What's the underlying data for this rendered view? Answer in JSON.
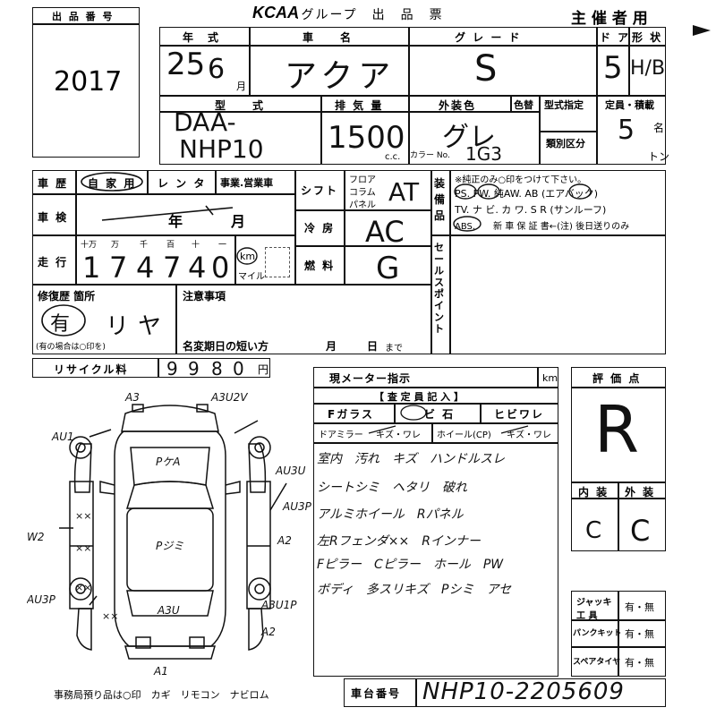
{
  "lot_number_label": "出 品 番 号",
  "lot_number": "2017",
  "logo_text": "KCAA",
  "header_title": ".グループ　出　品　票",
  "organizer_label": "主 催 者 用",
  "labels": {
    "year": "年　式",
    "car_name": "車　　名",
    "grade": "グ レ ー ド",
    "doors": "ド ア",
    "body_shape": "形 状",
    "model": "型　　式",
    "displacement": "排 気 量",
    "exterior_color": "外装色",
    "color_change": "色替",
    "model_designation": "型式指定",
    "category": "類別区分",
    "capacity": "定員・積載",
    "cc": "c.c.",
    "color_no": "カラー No.",
    "person": "名",
    "ton": "トン",
    "history": "車 歴",
    "history_private": "自 家 用",
    "history_rental": "レ ン タ",
    "history_business": "事業.営業車",
    "inspection": "車 検",
    "insp_year": "年",
    "insp_month": "月",
    "mileage": "走 行",
    "digit_units": [
      "十万",
      "万",
      "千",
      "百",
      "十",
      "一"
    ],
    "km": "km",
    "mile": "マイル",
    "shift": "シフト",
    "shift_opts": [
      "フロア",
      "コラム",
      "パネル"
    ],
    "aircon": "冷 房",
    "fuel": "燃 料",
    "equipment": "装 備 品",
    "equip_note": "※純正のみ○印をつけて下さい。",
    "equip_line1": "PS. PW. 純AW. AB (エアバック)",
    "equip_line2": "TV. ナ ビ. カ ワ. S R (サンルーフ)",
    "equip_line3": "ABS.　　新 車 保 証 書←(注) 後日送りのみ",
    "sales_point": "セ ー ル ス ポ イ ン ト",
    "repair": "修復歴 箇所",
    "repair_note": "(有の場合は○印を)",
    "notes": "注意事項",
    "name_change_label": "名変期日の短い方",
    "nc_month": "月",
    "nc_day": "日",
    "nc_until": "まで",
    "recycle": "リサイクル料",
    "yen": "円",
    "meter": "現メーター指示",
    "meter_km": "km",
    "inspector": "【 査 定 員 記 入 】",
    "f_glass": "Fガラス",
    "stone_chip": "ビ 石",
    "crack": "ヒビワレ",
    "door_mirror": "ドアミラー",
    "scratch_crack": "キズ・ワレ",
    "wheel": "ホイール(CP)",
    "scratch_crack2": "キズ・ワレ",
    "rating": "評 価 点",
    "interior": "内 装",
    "exterior": "外 装",
    "jack": "ジャッキ 工 具",
    "puncture_kit": "パンクキット",
    "spare_tire": "スペアタイヤ",
    "yes_no": "有・無",
    "office_items": "事務局預り品は○印　カギ　リモコン　ナビロム",
    "chassis_label": "車台番号"
  },
  "values": {
    "year_num": "25",
    "month_num": "6",
    "month_char": "月",
    "car_name": "アクア",
    "grade": "S",
    "doors": "5",
    "body_shape": "H/B",
    "model_line1": "DAA-",
    "model_line2": "NHP10",
    "displacement": "1500",
    "exterior_color": "グレ",
    "color_no": "1G3",
    "capacity": "5",
    "mileage_digits": [
      "1",
      "7",
      "4",
      "7",
      "4",
      "0"
    ],
    "shift": "AT",
    "aircon": "AC",
    "fuel": "G",
    "repair_yes": "有",
    "repair_text": "リヤ",
    "recycle_digits": [
      "9",
      "9",
      "8",
      "0"
    ],
    "rating": "R",
    "interior": "C",
    "exterior": "C",
    "chassis": "NHP10-2205609"
  },
  "notes_lines": [
    "室内　汚れ　キズ　ハンドルスレ",
    "シートシミ　ヘタリ　破れ",
    "アルミホイール　Rパネル",
    "左Rフェンダ××　Rインナー",
    "Fピラー　Cピラー　ホール　PW",
    "ボディ　多スリキズ　Pシミ　アセ"
  ],
  "diagram": {
    "labels": [
      "A3",
      "A3U2V",
      "AU1",
      "AU3U",
      "AU3P",
      "A2",
      "W2",
      "AU3P",
      "A3U1P",
      "A1",
      "PケA",
      "Pジミ",
      "A3U",
      "A2"
    ]
  }
}
